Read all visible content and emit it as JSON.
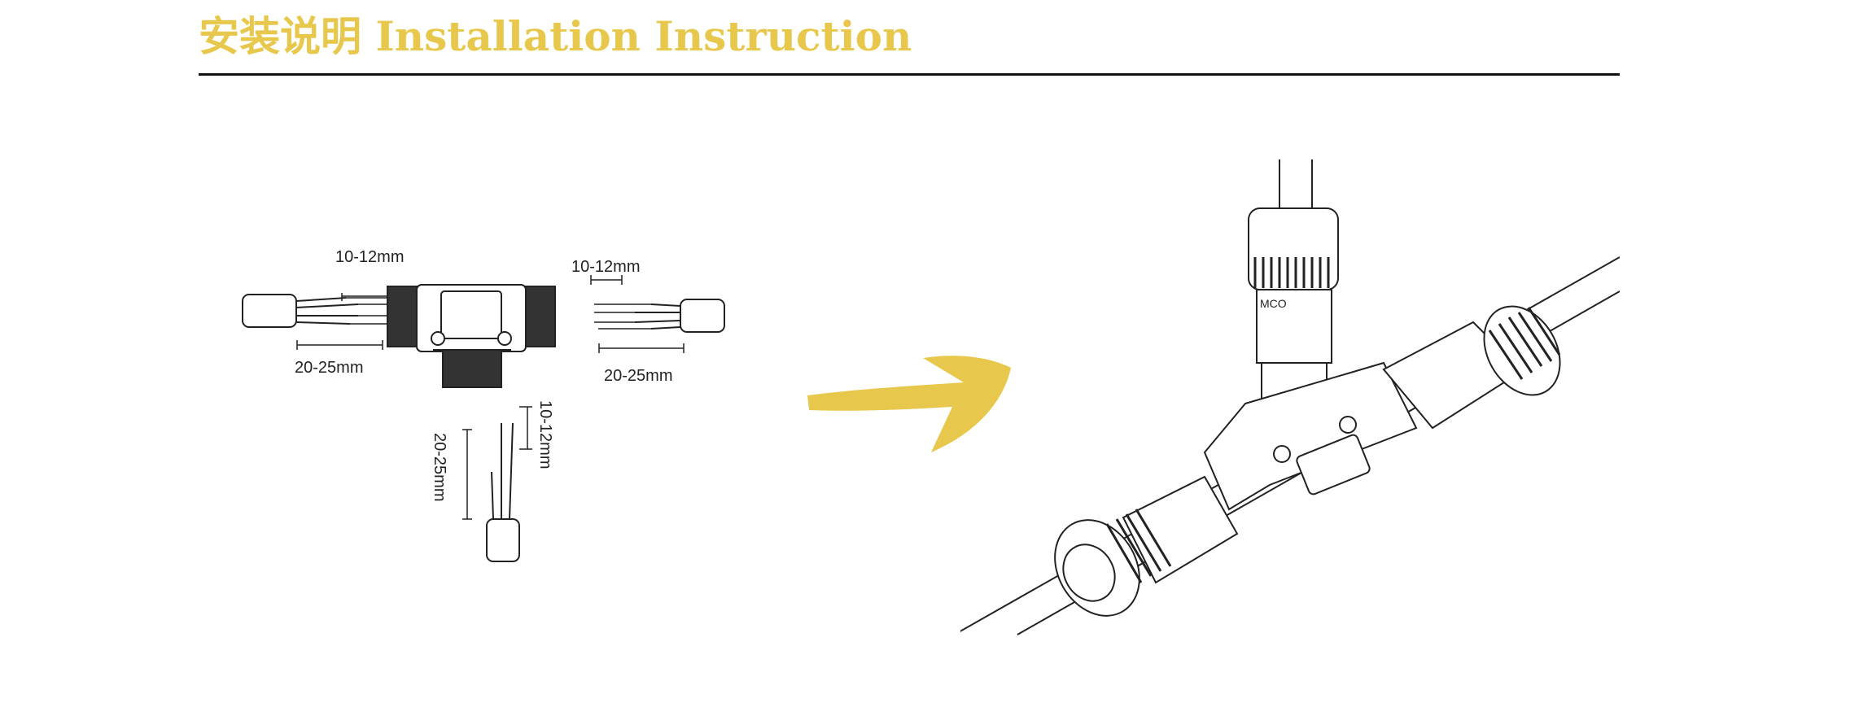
{
  "header": {
    "title": "安装说明 Installation Instruction",
    "title_color": "#e8c84c"
  },
  "left_diagram": {
    "labels": {
      "left_strip": "10-12mm",
      "left_sheath": "20-25mm",
      "right_strip": "10-12mm",
      "right_sheath": "20-25mm",
      "bottom_strip": "10-12mm",
      "bottom_sheath": "20-25mm"
    },
    "connector_icons": [
      "t-connector-icon",
      "cable-end-icon"
    ]
  },
  "arrow": {
    "icon": "yellow-arrow-icon",
    "color": "#e8c84c"
  },
  "right_diagram": {
    "icon": "assembled-t-connector-icon",
    "logo_text": "MCO"
  }
}
